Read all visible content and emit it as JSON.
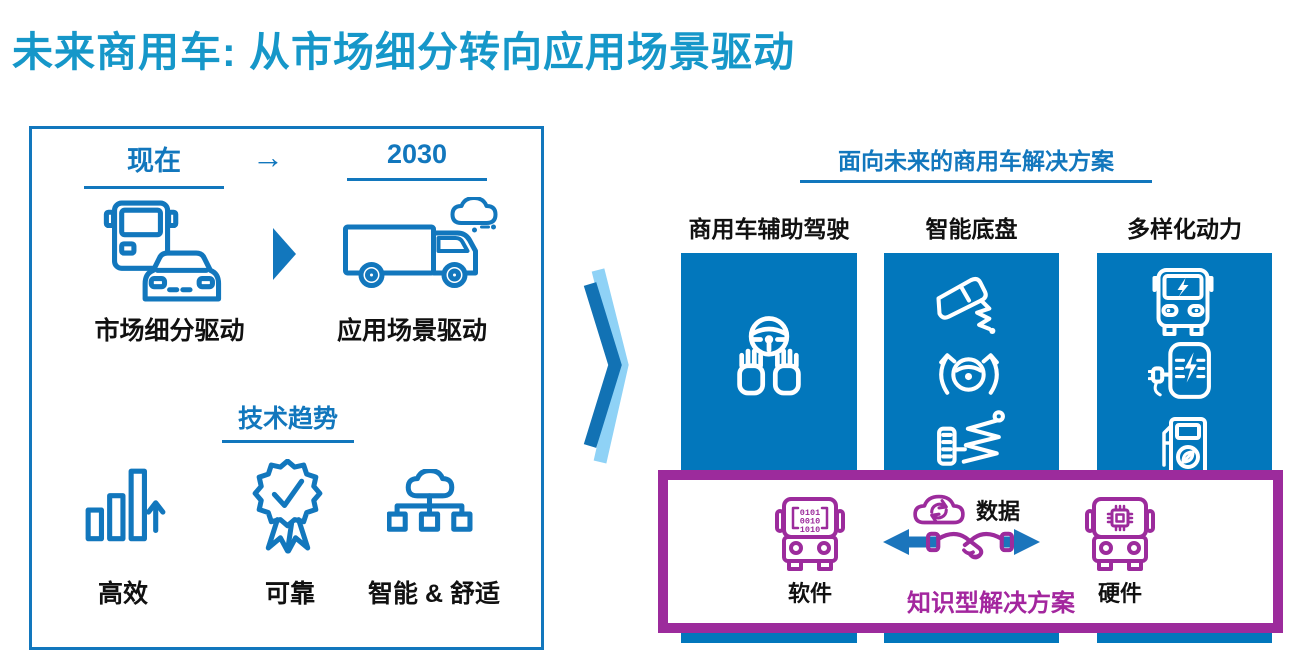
{
  "slide": {
    "title": "未来商用车: 从市场细分转向应用场景驱动"
  },
  "colors": {
    "title_cyan": "#1697C9",
    "blue": "#1277BD",
    "panel_blue": "#0277BC",
    "purple": "#9C2B9C",
    "magenta_text": "#A3269E",
    "arrow_blue": "#1B75BC",
    "chevron_dark": "#1272B4",
    "chevron_light": "#8FD2F6",
    "text_black": "#111111"
  },
  "left_panel": {
    "now_label": "现在",
    "arrow_glyph": "→",
    "future_label": "2030",
    "now_caption": "市场细分驱动",
    "future_caption": "应用场景驱动",
    "now_icon": "bus-and-car-icon",
    "transition_icon": "play-triangle-icon",
    "future_icon": "connected-truck-cloud-icon",
    "trends_title": "技术趋势",
    "trends": [
      {
        "label": "高效",
        "icon": "efficiency-bars-icon"
      },
      {
        "label": "可靠",
        "icon": "quality-badge-icon"
      },
      {
        "label": "智能 & 舒适",
        "icon": "cloud-network-icon"
      }
    ]
  },
  "right_panel": {
    "title": "面向未来的商用车解决方案",
    "columns": [
      {
        "label": "商用车辅助驾驶",
        "icons": [
          "hands-free-steering-icon"
        ]
      },
      {
        "label": "智能底盘",
        "icons": [
          "brake-pedal-icon",
          "steering-assist-icon",
          "suspension-icon"
        ]
      },
      {
        "label": "多样化动力",
        "icons": [
          "electric-bus-icon",
          "charging-station-icon",
          "fuel-pump-eco-icon"
        ]
      }
    ],
    "solution_box": {
      "software_label": "软件",
      "software_binary": [
        "0101",
        "0010",
        "1010"
      ],
      "data_label": "数据",
      "caption": "知识型解决方案",
      "hardware_label": "硬件"
    }
  }
}
